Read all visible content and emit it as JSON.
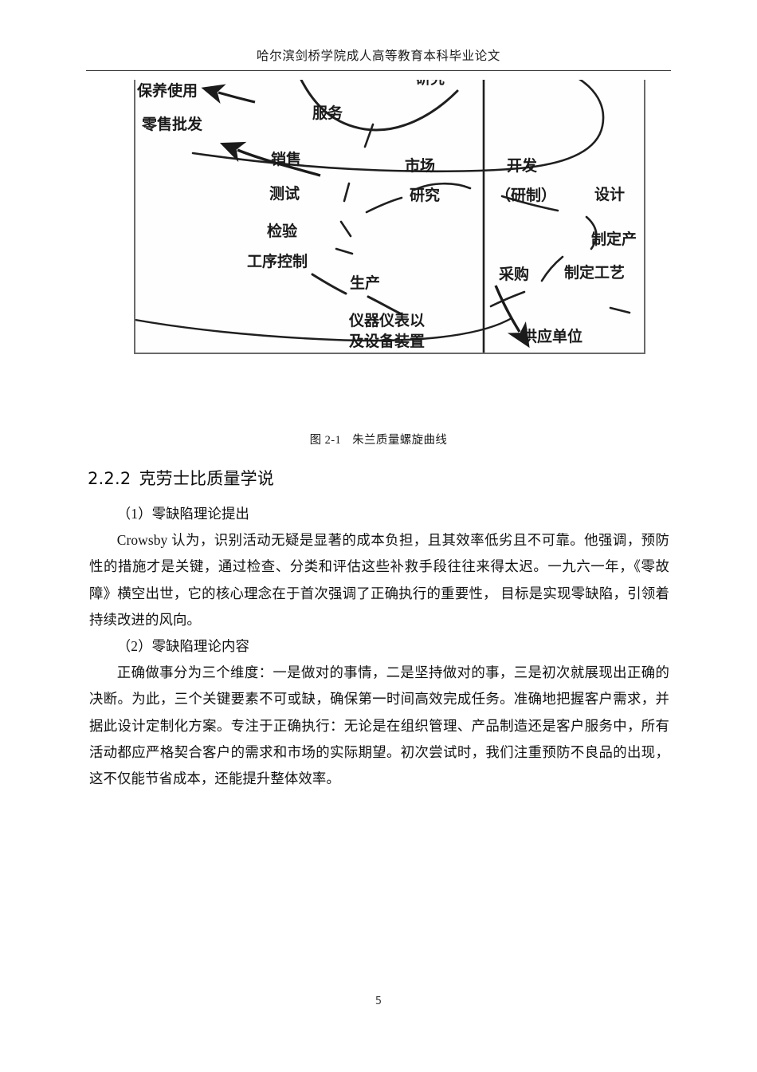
{
  "header": {
    "title": "哈尔滨剑桥学院成人高等教育本科毕业论文"
  },
  "figure": {
    "caption_number": "图 2-1",
    "caption_title": "朱兰质量螺旋曲线",
    "labels": {
      "maintenance_use": "保养使用",
      "retail_wholesale": "零售批发",
      "service": "服务",
      "research_top": "研究",
      "sales": "销售",
      "test": "测试",
      "inspection": "检验",
      "process_control": "工序控制",
      "market": "市场",
      "market_research": "研究",
      "development": "开发",
      "development_paren": "（研制）",
      "design": "设计",
      "production": "生产",
      "instruments_line1": "仪器仪表以",
      "instruments_line2": "及设备装置",
      "purchasing": "采购",
      "product_spec": "制定产",
      "process_spec": "制定工艺",
      "supplier_unit": "供应单位"
    }
  },
  "section": {
    "number": "2.2.2",
    "title": "克劳士比质量学说"
  },
  "body": {
    "paragraphs": [
      "（1）零缺陷理论提出",
      "Crowsby 认为，识别活动无疑是显著的成本负担，且其效率低劣且不可靠。他强调，预防性的措施才是关键，通过检查、分类和评估这些补救手段往往来得太迟。一九六一年，《零故障》横空出世，它的核心理念在于首次强调了正确执行的重要性， 目标是实现零缺陷，引领着持续改进的风向。",
      "（2）零缺陷理论内容",
      "正确做事分为三个维度：一是做对的事情，二是坚持做对的事，三是初次就展现出正确的决断。为此，三个关键要素不可或缺，确保第一时间高效完成任务。准确地把握客户需求，并据此设计定制化方案。专注于正确执行：无论是在组织管理、产品制造还是客户服务中，所有活动都应严格契合客户的需求和市场的实际期望。初次尝试时，我们注重预防不良品的出现，这不仅能节省成本，还能提升整体效率。"
    ]
  },
  "footer": {
    "page_number": "5"
  }
}
